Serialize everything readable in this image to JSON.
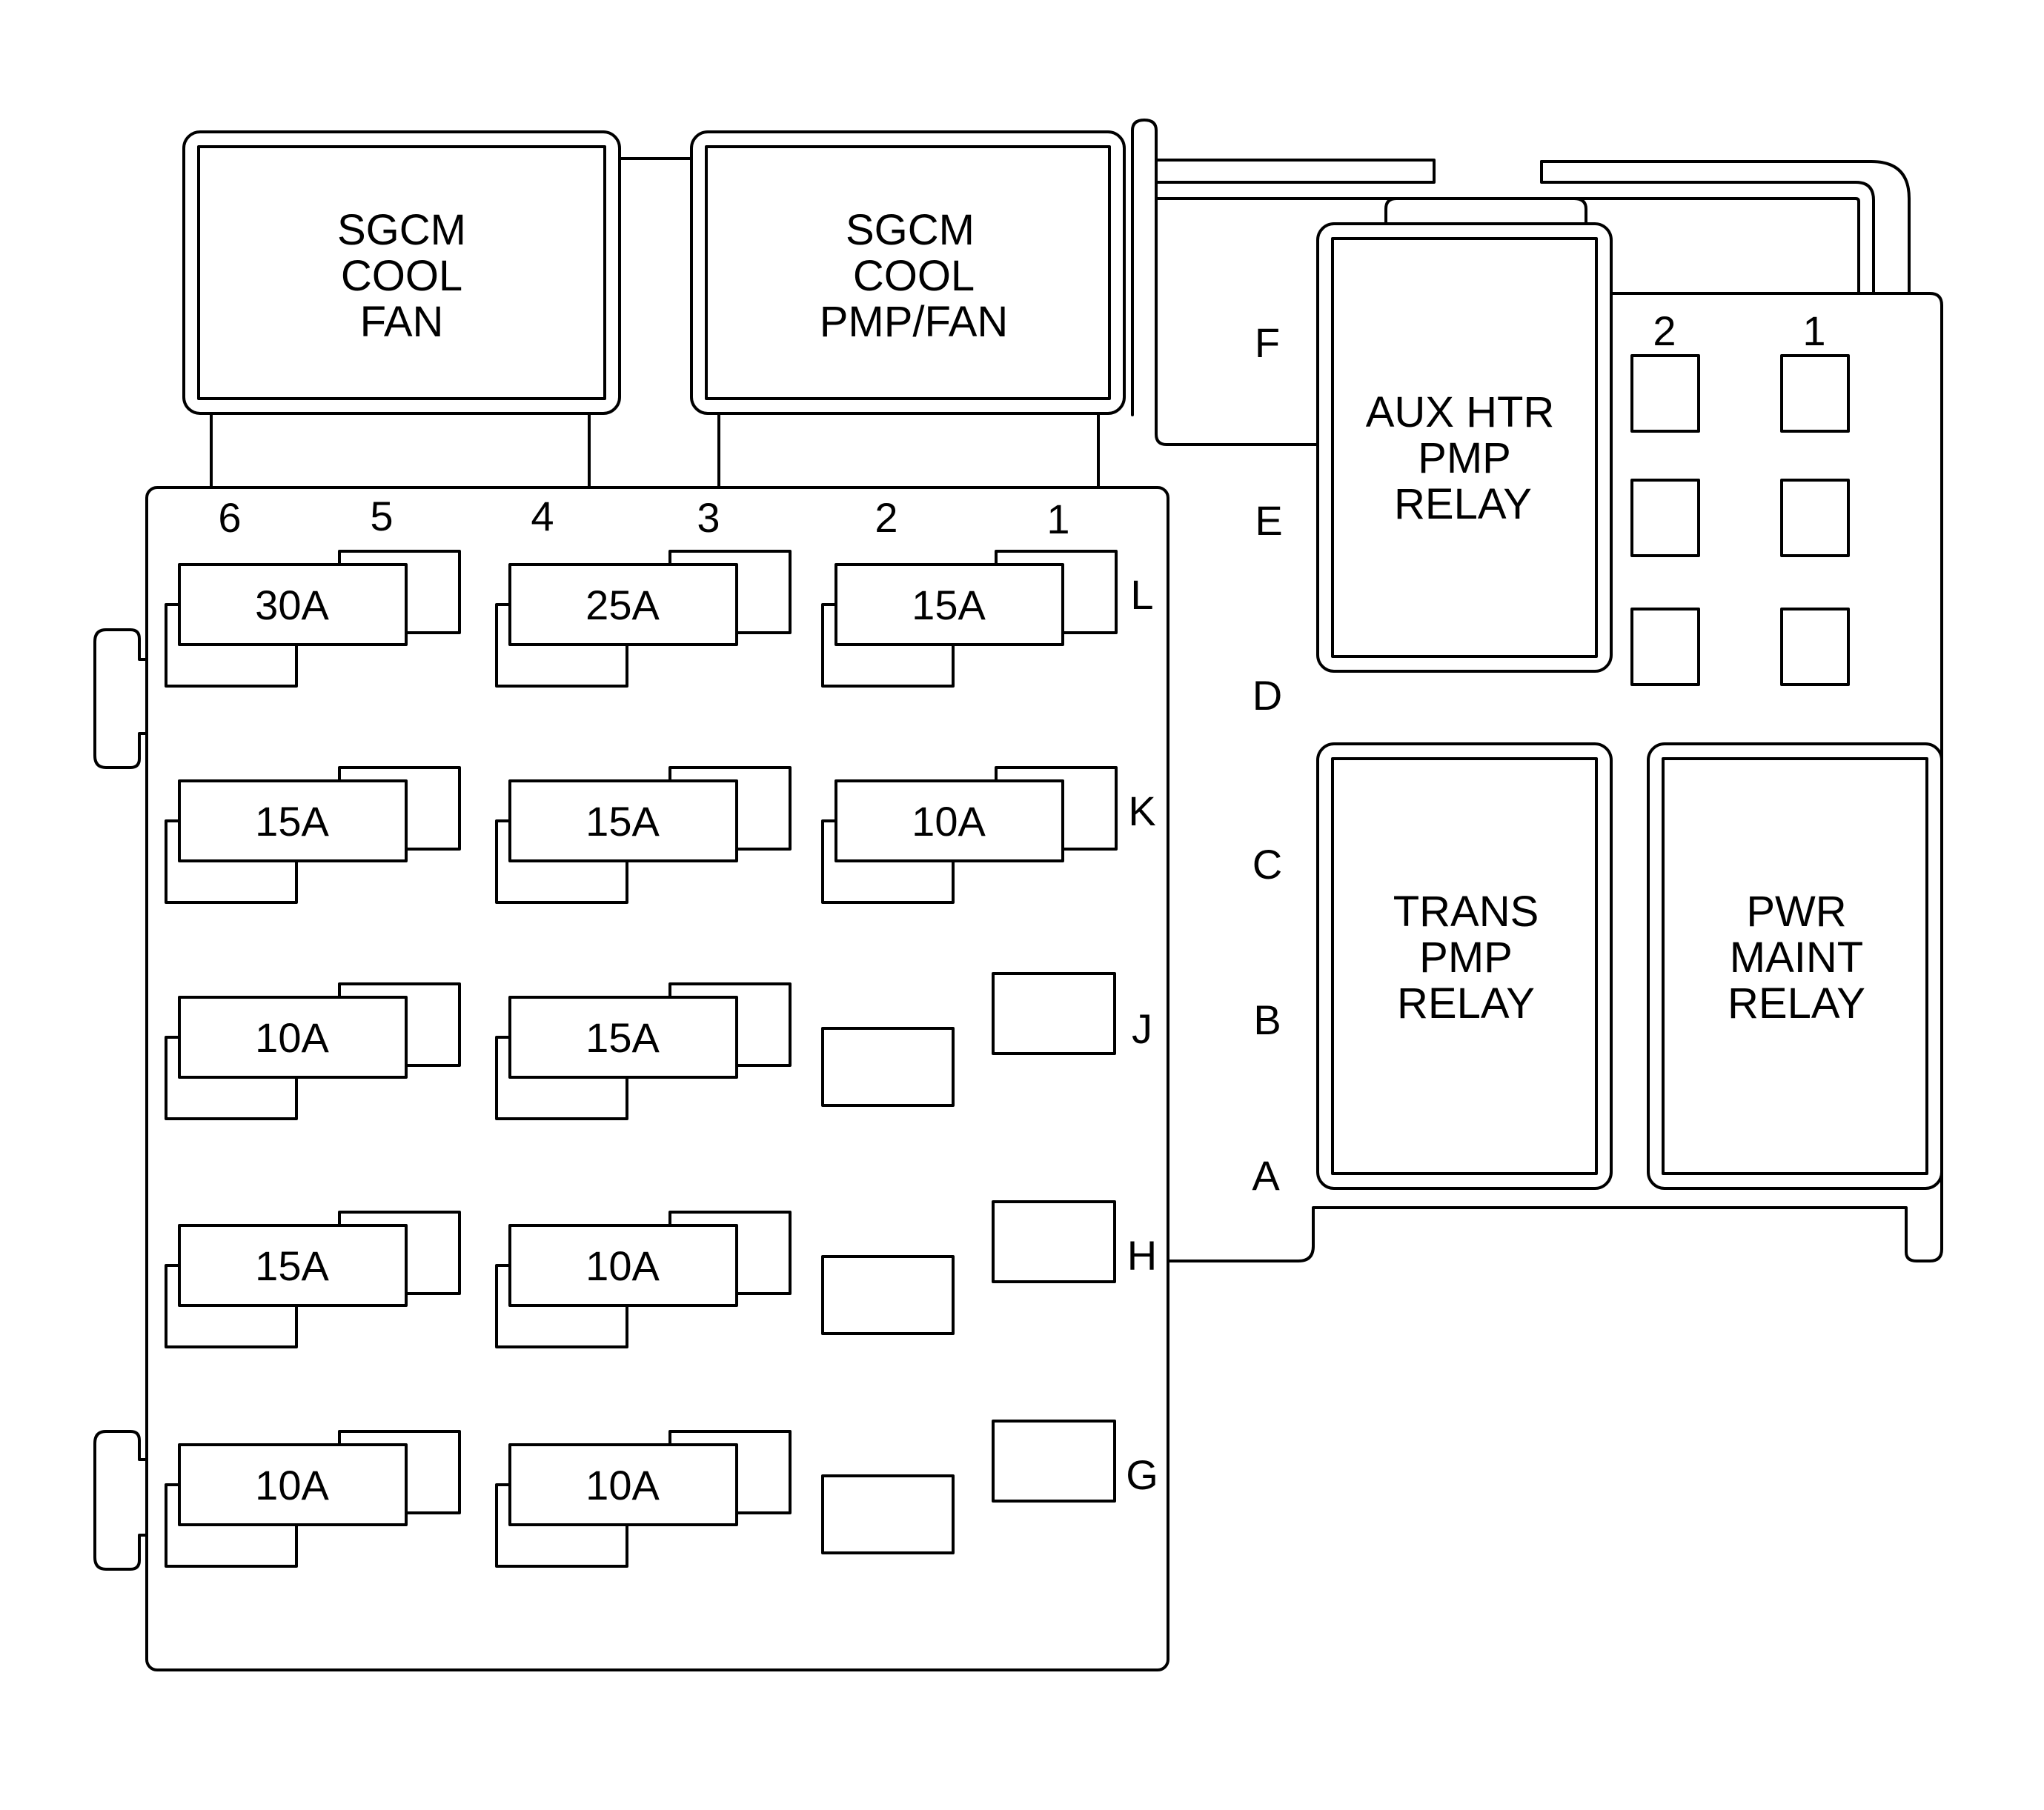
{
  "relays": {
    "sgcm_cool_fan": [
      "SGCM",
      "COOL",
      "FAN"
    ],
    "sgcm_cool_pmp_fan": [
      "SGCM",
      "COOL",
      "PMP/FAN"
    ],
    "aux_htr_pmp": [
      "AUX HTR",
      "PMP",
      "RELAY"
    ],
    "trans_pmp": [
      "TRANS",
      "PMP",
      "RELAY"
    ],
    "pwr_maint": [
      "PWR",
      "MAINT",
      "RELAY"
    ]
  },
  "fuse_block": {
    "columns": [
      "6",
      "5",
      "4",
      "3",
      "2",
      "1"
    ],
    "rows": [
      "L",
      "K",
      "J",
      "H",
      "G"
    ],
    "fuses": [
      [
        "30A",
        "25A",
        "15A"
      ],
      [
        "15A",
        "15A",
        "10A"
      ],
      [
        "10A",
        "15A",
        ""
      ],
      [
        "15A",
        "10A",
        ""
      ],
      [
        "10A",
        "10A",
        ""
      ]
    ]
  },
  "relay_block": {
    "rows": [
      "F",
      "E",
      "D",
      "C",
      "B",
      "A"
    ],
    "columns": [
      "2",
      "1"
    ]
  }
}
